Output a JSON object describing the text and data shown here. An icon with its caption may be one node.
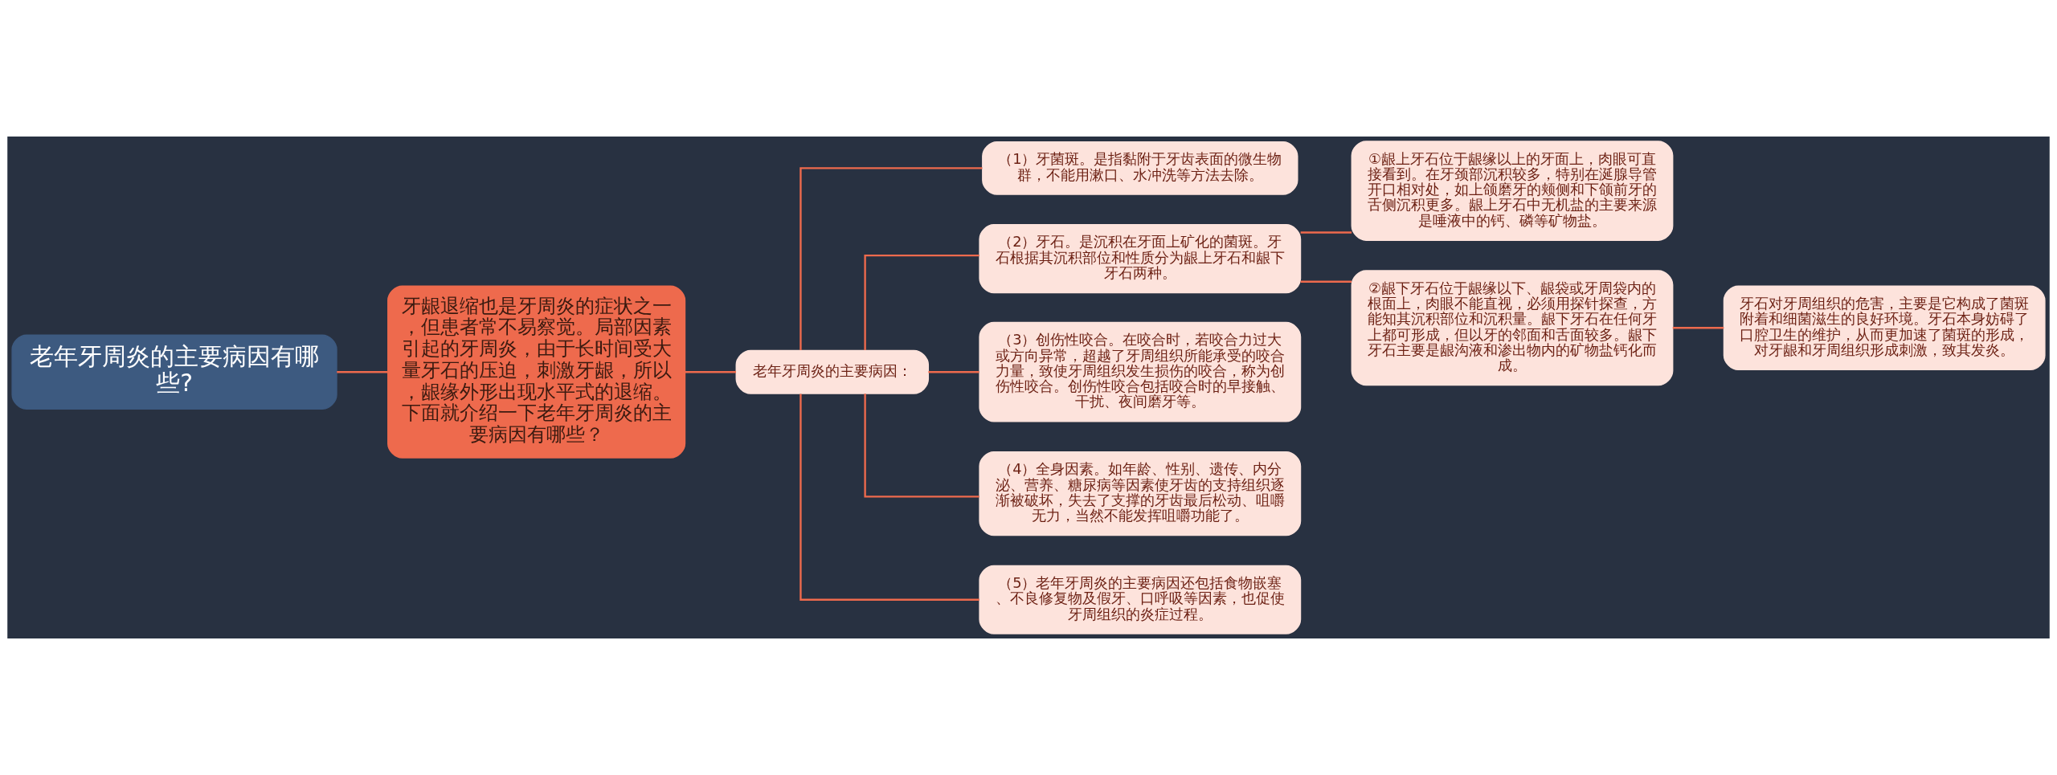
{
  "diagram": {
    "nodes": [
      {
        "text": [
          "老年牙周炎的主要病因有哪些?"
        ]
      },
      {
        "text": [
          "牙龈退缩也是牙周炎的症状之一，但患者常不易察觉。局部因素引起的牙周炎，由于长时间受大量牙石的压迫，刺激牙龈，所以，龈缘外形出现水平式的退缩。下面就介绍一下老年牙周炎的主要病因有哪些？"
        ]
      },
      {
        "text": [
          "老年牙周炎的主要病因："
        ]
      },
      {
        "text": [
          "（1）牙菌斑。是指黏附于牙齿表面的微生物群，不能用漱口、水冲洗等方法去除。"
        ]
      },
      {
        "text": [
          "（2）牙石。是沉积在牙面上矿化的菌斑。牙石根据其沉积部位和性质分为龈上牙石和龈下牙石两种。"
        ]
      },
      {
        "text": [
          "①龈上牙石位于龈缘以上的牙面上，肉眼可直接看到。在牙颈部沉积较多，特别在涎腺导管开口相对处，如上颌磨牙的颊侧和下颌前牙的舌侧沉积更多。龈上牙石中无机盐的主要来源是唾液中的钙、磷等矿物盐。"
        ]
      },
      {
        "text": [
          "②龈下牙石位于龈缘以下、龈袋或牙周袋内的根面上，肉眼不能直视，必须用探针探查，方能知其沉积部位和沉积量。龈下牙石在任何牙上都可形成，但以牙的邻面和舌面较多。龈下牙石主要是龈沟液和渗出物内的矿物盐钙化而成。"
        ]
      },
      {
        "text": [
          "牙石对牙周组织的危害，主要是它构成了菌斑附着和细菌滋生的良好环境。牙石本身妨碍了口腔卫生的维护，从而更加速了菌斑的形成，对牙龈和牙周组织形成刺激，致其发炎。"
        ]
      },
      {
        "text": [
          "（3）创伤性咬合。在咬合时，若咬合力过大或方向异常，超越了牙周组织所能承受的咬合力量，致使牙周组织发生损伤的咬合，称为创伤性咬合。创伤性咬合包括咬合时的早接触、干扰、夜间磨牙等。"
        ]
      },
      {
        "text": [
          "（4）全身因素。如年龄、性别、遗传、内分泌、营养、糖尿病等因素使牙齿的支持组织逐渐被破坏，失去了支撑的牙齿最后松动、咀嚼无力，当然不能发挥咀嚼功能了。"
        ]
      },
      {
        "text": [
          "（5）老年牙周炎的主要病因还包括食物嵌塞、不良修复物及假牙、口呼吸等因素，也促使牙周组织的炎症过程。"
        ]
      }
    ],
    "edges": [
      {
        "from": 0,
        "to": 1,
        "arrow": "none"
      },
      {
        "from": 1,
        "to": 2,
        "arrow": "none"
      },
      {
        "from": 2,
        "to": 3,
        "arrow": "none"
      },
      {
        "from": 2,
        "to": 4,
        "arrow": "none"
      },
      {
        "from": 4,
        "to": 5,
        "arrow": "none"
      },
      {
        "from": 4,
        "to": 6,
        "arrow": "none"
      },
      {
        "from": 6,
        "to": 7,
        "arrow": "none"
      },
      {
        "from": 2,
        "to": 8,
        "arrow": "none"
      },
      {
        "from": 2,
        "to": 9,
        "arrow": "none"
      },
      {
        "from": 2,
        "to": 10,
        "arrow": "none"
      }
    ]
  }
}
